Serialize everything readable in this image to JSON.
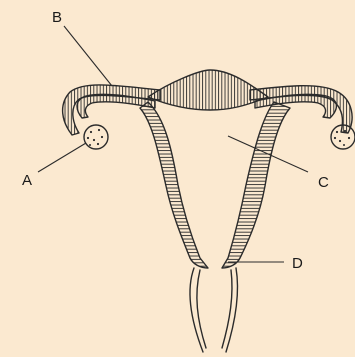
{
  "diagram": {
    "labels": {
      "a": "A",
      "b": "B",
      "c": "C",
      "d": "D"
    },
    "colors": {
      "background": "#fbe9d0",
      "ink": "#2b2b2b"
    }
  }
}
